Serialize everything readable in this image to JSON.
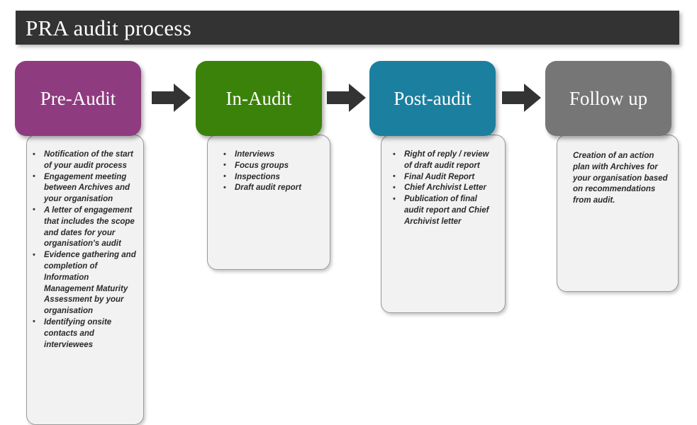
{
  "title": "PRA audit process",
  "colors": {
    "banner": "#333333",
    "pre_audit": "#8E3B80",
    "in_audit": "#3A8209",
    "post_audit": "#1B7FA0",
    "follow_up": "#767676",
    "arrow": "#333333",
    "panel_fill": "#F2F2F2",
    "panel_border": "#9A9A9A",
    "header_text": "#FFFFFF",
    "body_text": "#2A2A2A"
  },
  "stages": [
    {
      "label": "Pre-Audit",
      "color": "#8E3B80",
      "bullets": [
        "Notification of the start of your audit process",
        "Engagement meeting between Archives and your organisation",
        "A letter of engagement that includes the scope and dates for your organisation's audit",
        "Evidence gathering and completion of Information Management Maturity Assessment by your organisation",
        "Identifying onsite contacts and interviewees"
      ],
      "paragraph": ""
    },
    {
      "label": "In-Audit",
      "color": "#3A8209",
      "bullets": [
        "Interviews",
        "Focus groups",
        "Inspections",
        "Draft audit report"
      ],
      "paragraph": ""
    },
    {
      "label": "Post-audit",
      "color": "#1B7FA0",
      "bullets": [
        "Right of reply / review of draft audit report",
        "Final Audit Report",
        "Chief Archivist Letter",
        "Publication of final audit report and Chief Archivist letter"
      ],
      "paragraph": ""
    },
    {
      "label": "Follow up",
      "color": "#767676",
      "bullets": [],
      "paragraph": "Creation of an action plan with Archives for your organisation based on recommendations from audit."
    }
  ],
  "arrows": [
    {
      "name": "arrow-pre-to-in"
    },
    {
      "name": "arrow-in-to-post"
    },
    {
      "name": "arrow-post-to-follow"
    }
  ]
}
